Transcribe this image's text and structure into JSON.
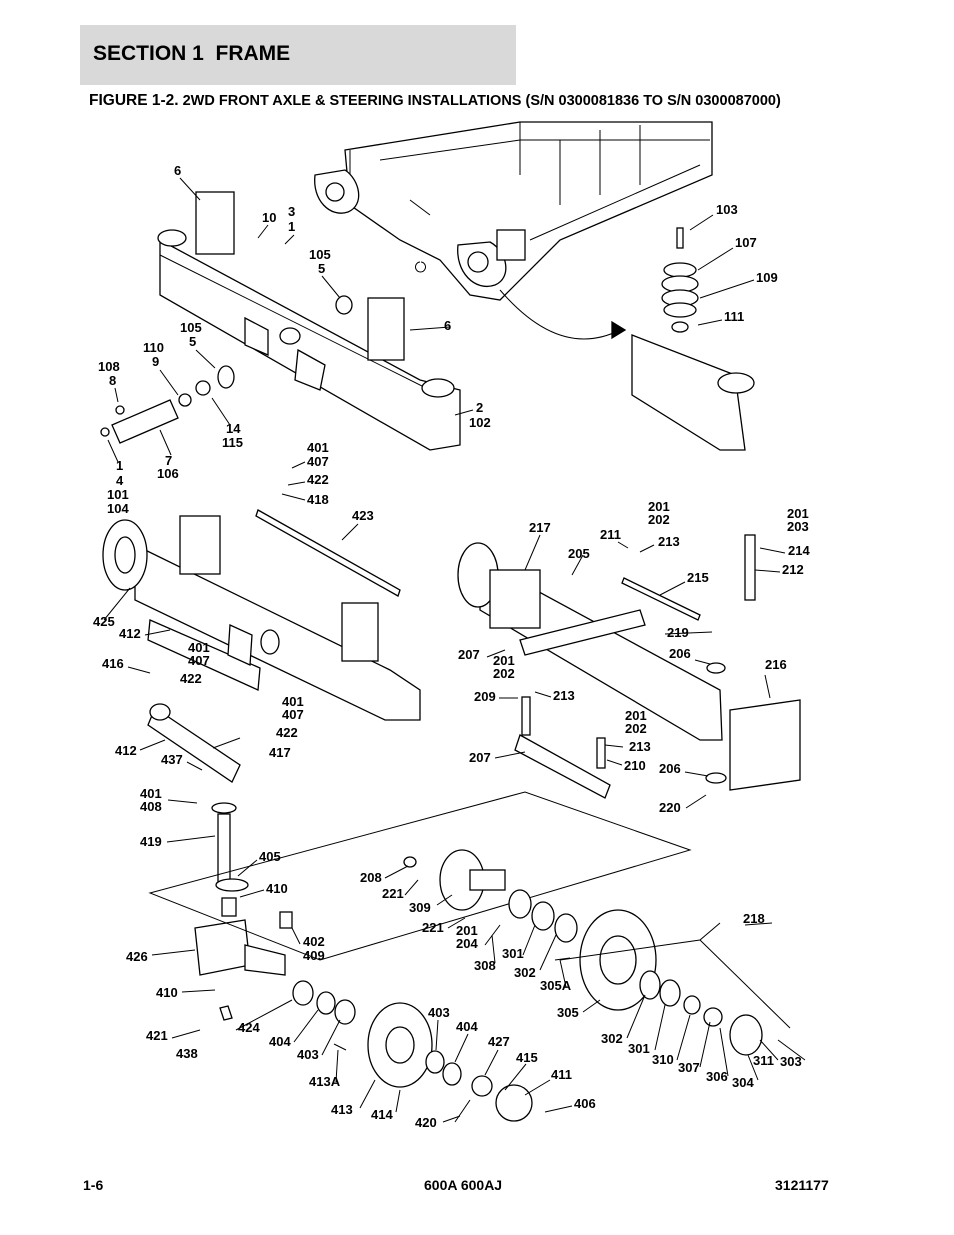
{
  "header": {
    "section_title": "SECTION 1  FRAME",
    "figure_label": "FIGURE 1-2.",
    "figure_caption": "2WD FRONT AXLE & STEERING INSTALLATIONS (S/N 0300081836 TO S/N 0300087000)"
  },
  "callouts": {
    "c6a": "6",
    "c10": "10",
    "c3": "3",
    "c1": "1",
    "c105a": "105",
    "c5a": "5",
    "c6b": "6",
    "c105b": "105",
    "c5b": "5",
    "c110": "110",
    "c9": "9",
    "c108": "108",
    "c8": "8",
    "c2": "2",
    "c102": "102",
    "c14": "14",
    "c115": "115",
    "c7": "7",
    "c106": "106",
    "c1b": "1",
    "c4": "4",
    "c101": "101",
    "c104": "104",
    "c103": "103",
    "c107": "107",
    "c109": "109",
    "c111": "111",
    "c401a": "401",
    "c407a": "407",
    "c422a": "422",
    "c418": "418",
    "c423": "423",
    "c425": "425",
    "c412a": "412",
    "c401b": "401",
    "c407b": "407",
    "c416": "416",
    "c422b": "422",
    "c401c": "401",
    "c407c": "407",
    "c422c": "422",
    "c417": "417",
    "c412b": "412",
    "c437": "437",
    "c401d": "401",
    "c408": "408",
    "c419": "419",
    "c405": "405",
    "c410a": "410",
    "c402": "402",
    "c409": "409",
    "c426": "426",
    "c410b": "410",
    "c421": "421",
    "c438": "438",
    "c424": "424",
    "c404a": "404",
    "c403a": "403",
    "c413A": "413A",
    "c413": "413",
    "c414": "414",
    "c403b": "403",
    "c404b": "404",
    "c427": "427",
    "c415": "415",
    "c411": "411",
    "c406": "406",
    "c420": "420",
    "c217": "217",
    "c211": "211",
    "c201a": "201",
    "c202a": "202",
    "c213a": "213",
    "c205": "205",
    "c215": "215",
    "c201b": "201",
    "c203": "203",
    "c214": "214",
    "c212": "212",
    "c207a": "207",
    "c201c": "201",
    "c202b": "202",
    "c209": "209",
    "c213b": "213",
    "c219": "219",
    "c206a": "206",
    "c216": "216",
    "c201d": "201",
    "c202c": "202",
    "c213c": "213",
    "c207b": "207",
    "c210": "210",
    "c206b": "206",
    "c220": "220",
    "c208": "208",
    "c221a": "221",
    "c309": "309",
    "c221b": "221",
    "c201e": "201",
    "c204": "204",
    "c308": "308",
    "c301a": "301",
    "c302a": "302",
    "c305A": "305A",
    "c305": "305",
    "c218": "218",
    "c302b": "302",
    "c301b": "301",
    "c310": "310",
    "c307": "307",
    "c306": "306",
    "c304": "304",
    "c311": "311",
    "c303": "303"
  },
  "footer": {
    "page_number": "1-6",
    "model": "600A 600AJ",
    "doc_number": "3121177"
  }
}
